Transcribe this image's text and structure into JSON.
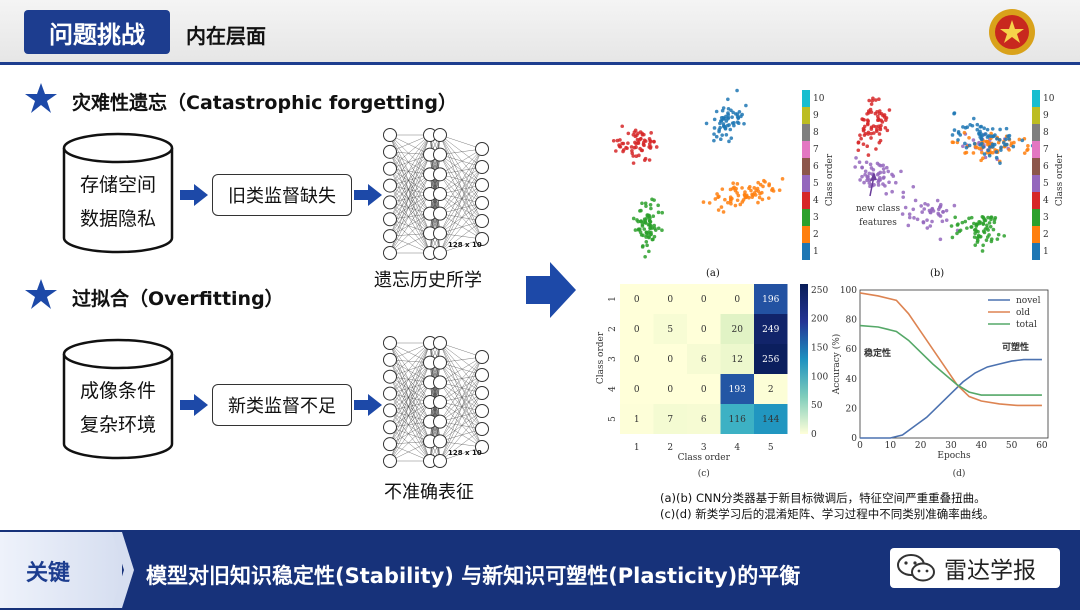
{
  "header": {
    "tab": "问题挑战",
    "subtitle": "内在层面"
  },
  "section1": {
    "title": "灾难性遗忘（Catastrophic forgetting）",
    "cylinder": [
      "存储空间",
      "数据隐私"
    ],
    "box": "旧类监督缺失",
    "network_label": "128 x 10",
    "caption": "遗忘历史所学"
  },
  "section2": {
    "title": "过拟合（Overfitting）",
    "cylinder": [
      "成像条件",
      "复杂环境"
    ],
    "box": "新类监督不足",
    "network_label": "128 x 10",
    "caption": "不准确表征"
  },
  "figure": {
    "panel_a": "(a)",
    "panel_b": "(b)",
    "panel_c": "(c)",
    "panel_d": "(d)",
    "colorbar_title": "Class order",
    "colorbar_ticks": [
      "10",
      "9",
      "8",
      "7",
      "6",
      "5",
      "4",
      "3",
      "2",
      "1"
    ],
    "new_class_note": [
      "new class",
      "features"
    ],
    "confusion": {
      "ylabel": "Class order",
      "xlabel": "Class order",
      "row_labels": [
        "1",
        "2",
        "3",
        "4",
        "5"
      ],
      "col_labels": [
        "1",
        "2",
        "3",
        "4",
        "5"
      ],
      "matrix": [
        [
          0,
          0,
          0,
          0,
          196
        ],
        [
          0,
          5,
          0,
          20,
          249
        ],
        [
          0,
          0,
          6,
          12,
          256
        ],
        [
          0,
          0,
          0,
          193,
          2
        ],
        [
          1,
          7,
          6,
          116,
          144
        ]
      ],
      "scale_ticks": [
        "250",
        "200",
        "150",
        "100",
        "50",
        "0"
      ]
    },
    "accuracy": {
      "ylabel": "Accuracy (%)",
      "xlabel": "Epochs",
      "y_ticks": [
        "100",
        "80",
        "60",
        "40",
        "20",
        "0"
      ],
      "x_ticks": [
        "0",
        "10",
        "20",
        "30",
        "40",
        "50",
        "60"
      ],
      "legend": [
        "novel",
        "old",
        "total"
      ],
      "label_stability": "稳定性",
      "label_plasticity": "可塑性"
    },
    "notes": [
      "(a)(b)  CNN分类器基于新目标微调后，特征空间严重重叠扭曲。",
      "(c)(d)  新类学习后的混淆矩阵、学习过程中不同类别准确率曲线。"
    ]
  },
  "footer": {
    "key_label": "关键",
    "key_text": "模型对旧知识稳定性(Stability) 与新知识可塑性(Plasticity)的平衡",
    "brand": "雷达学报"
  }
}
